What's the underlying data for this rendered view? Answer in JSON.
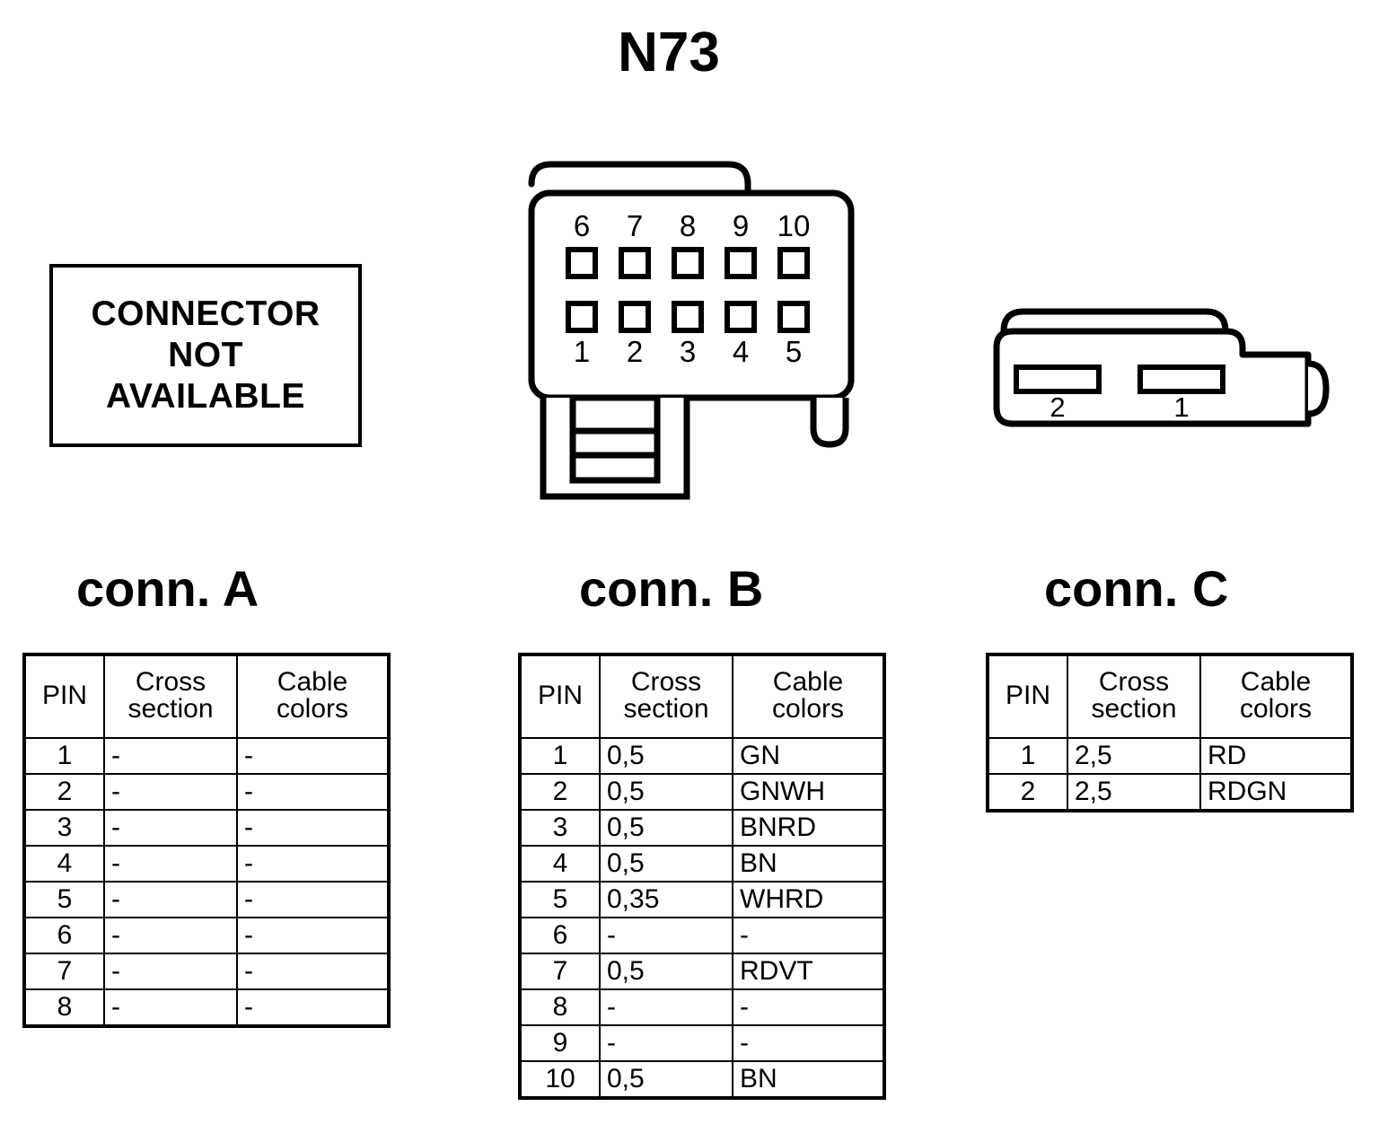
{
  "title": "N73",
  "not_available_box": {
    "line1": "CONNECTOR",
    "line2": "NOT",
    "line3": "AVAILABLE"
  },
  "connector_b_drawing": {
    "name": "10-pin-connector",
    "top_row_labels": [
      "6",
      "7",
      "8",
      "9",
      "10"
    ],
    "bottom_row_labels": [
      "1",
      "2",
      "3",
      "4",
      "5"
    ],
    "pin_count": 10
  },
  "connector_c_drawing": {
    "name": "2-pin-connector",
    "labels": [
      "2",
      "1"
    ],
    "pin_count": 2
  },
  "headings": {
    "conn_a": "conn. A",
    "conn_b": "conn. B",
    "conn_c": "conn. C"
  },
  "table_headers": {
    "pin": "PIN",
    "cross_1": "Cross",
    "cross_2": "section",
    "color_1": "Cable",
    "color_2": "colors"
  },
  "conn_a_rows": [
    {
      "pin": "1",
      "cross": "-",
      "color": "-"
    },
    {
      "pin": "2",
      "cross": "-",
      "color": "-"
    },
    {
      "pin": "3",
      "cross": "-",
      "color": "-"
    },
    {
      "pin": "4",
      "cross": "-",
      "color": "-"
    },
    {
      "pin": "5",
      "cross": "-",
      "color": "-"
    },
    {
      "pin": "6",
      "cross": "-",
      "color": "-"
    },
    {
      "pin": "7",
      "cross": "-",
      "color": "-"
    },
    {
      "pin": "8",
      "cross": "-",
      "color": "-"
    }
  ],
  "conn_b_rows": [
    {
      "pin": "1",
      "cross": "0,5",
      "color": "GN"
    },
    {
      "pin": "2",
      "cross": "0,5",
      "color": "GNWH"
    },
    {
      "pin": "3",
      "cross": "0,5",
      "color": "BNRD"
    },
    {
      "pin": "4",
      "cross": "0,5",
      "color": "BN"
    },
    {
      "pin": "5",
      "cross": "0,35",
      "color": "WHRD"
    },
    {
      "pin": "6",
      "cross": "-",
      "color": "-"
    },
    {
      "pin": "7",
      "cross": "0,5",
      "color": "RDVT"
    },
    {
      "pin": "8",
      "cross": "-",
      "color": "-"
    },
    {
      "pin": "9",
      "cross": "-",
      "color": "-"
    },
    {
      "pin": "10",
      "cross": "0,5",
      "color": "BN"
    }
  ],
  "conn_c_rows": [
    {
      "pin": "1",
      "cross": "2,5",
      "color": "RD"
    },
    {
      "pin": "2",
      "cross": "2,5",
      "color": "RDGN"
    }
  ],
  "colors": {
    "ink": "#000000",
    "paper": "#ffffff"
  }
}
